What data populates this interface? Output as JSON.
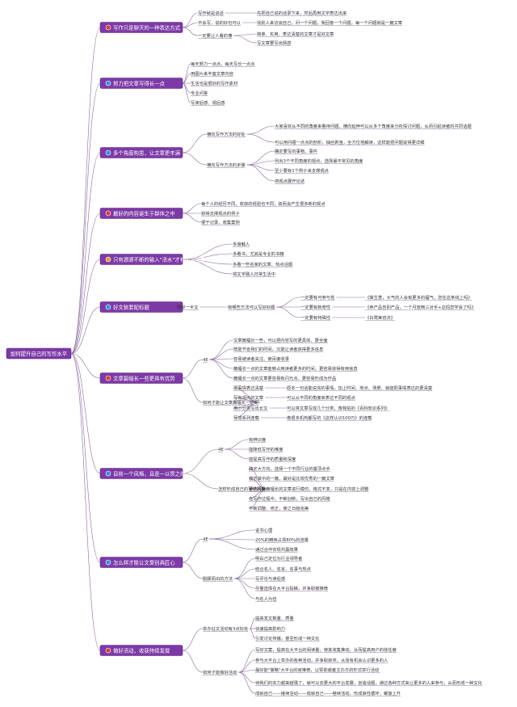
{
  "root": {
    "label": "如何提升自己的写作水平"
  },
  "branches": [
    {
      "label": "写作只是聊天的一种表达方式",
      "icon": "red-bullet",
      "children": [
        {
          "label": "写作就是说话",
          "children": [
            {
              "label": "先把自己说的话录下来，然后再用文字表达出来"
            }
          ]
        },
        {
          "label": "不会写，说的好也可以",
          "children": [
            {
              "label": "找别人来访谈自己，问一个问题，我回答一个问题，每一个问题就是一篇文章"
            }
          ]
        },
        {
          "label": "一定要让人看的懂",
          "children": [
            {
              "label": "简单、实用、表达清楚的文章才是好文章"
            },
            {
              "label": "写文章要写出情感"
            }
          ]
        }
      ]
    },
    {
      "label": "努力把文章写得长一点",
      "icon": "blue-bullet",
      "children": [
        {
          "label": "每天努力一点点，每天写长一点点"
        },
        {
          "label": "用图片来丰富文章内容"
        },
        {
          "label": "生活也是很好的写作素材"
        },
        {
          "label": "专业问答"
        },
        {
          "label": "写读后感、观后感"
        }
      ]
    },
    {
      "label": "多个角度构思，让文章更丰满",
      "icon": "blue-bullet",
      "children": [
        {
          "label": "横向写作方法的好处",
          "children": [
            {
              "label": "大家喜欢从不同的角度来看待问题，横向延伸可以从多个角度来分析探讨问题，从而引起读者的共同话题"
            },
            {
              "label": "可以用问题一点点的剖析，抽丝剥茧，全方位地解读，这样能把问题说得更详细"
            }
          ]
        },
        {
          "label": "横向写作方法的步骤",
          "children": [
            {
              "label": "确定要写的事物、事件"
            },
            {
              "label": "列出3个不同角度的观点，选择最不常见的角度"
            },
            {
              "label": "至少要有1个例子来支撑观点"
            },
            {
              "label": "将观点展开论述"
            }
          ]
        }
      ]
    },
    {
      "label": "最好的内容诞生于群体之中",
      "icon": "red-bullet",
      "children": [
        {
          "label": "每个人的经历不同，收获的经验也不同，故而会产生很多新的观点"
        },
        {
          "label": "获得支撑观点的例子"
        },
        {
          "label": "便于记录、收集案例"
        }
      ]
    },
    {
      "label": "只有源源不断的输入\"活水\"才有内容可写",
      "icon": "orange-bullet",
      "children": [
        {
          "label": "多接触人"
        },
        {
          "label": "多看书，尤其是专业的书籍"
        },
        {
          "label": "多看一些名家的文章、热点话题"
        },
        {
          "label": "将文字融入日常生活中"
        }
      ]
    },
    {
      "label": "好文装要配标题",
      "icon": "blue-bullet",
      "children": [
        {
          "label": "题好一半文",
          "children": [
            {
              "label": "有哪些方法可以写好标题",
              "children": [
                {
                  "label": "一定要有可参与性",
                  "children": [
                    {
                      "label": "《做生意，大气的人会有更多的福气，您在这条线上吗》"
                    }
                  ]
                },
                {
                  "label": "一定要有新奇性",
                  "children": [
                    {
                      "label": "《卖产品告别产品，一个月放倒三对手+这招您学会了吗》"
                    }
                  ]
                },
                {
                  "label": "一定要有特殊性",
                  "children": [
                    {
                      "label": "《白鹭美容法》"
                    }
                  ]
                }
              ]
            }
          ]
        }
      ]
    },
    {
      "label": "文章篇幅长一些更具有优势",
      "icon": "red-bullet",
      "children": [
        {
          "label": "4E",
          "children": [
            {
              "label": "文章篇幅长一些，可以把内容写的更具体、更全面"
            },
            {
              "label": "既能节省我们的时间，又能让读者获得更多信息"
            },
            {
              "label": "容易被读者关注、被百度收录"
            },
            {
              "label": "篇幅长一点的文章能够占用读者更多的时间，更容易获得有用信息"
            },
            {
              "label": "篇幅长一点的文章更容易有闪光点，更容易形成为作品"
            }
          ]
        },
        {
          "label": "如何才能让文章篇幅长一些呢",
          "children": [
            {
              "label": "把事情表达清楚",
              "children": [
                {
                  "label": "原本一句话能说完的事情，加上时间、地点、场景，就能把事情表达的更清楚"
                }
              ]
            },
            {
              "label": "写有观点的文章",
              "children": [
                {
                  "label": "可以从不同的角度来表达不同的观点"
                }
              ]
            },
            {
              "label": "用小分类写出长文",
              "children": [
                {
                  "label": "可以将文章写成几个分类，像我拍的《百科知识系列》"
                }
              ]
            },
            {
              "label": "写成系列连载",
              "children": [
                {
                  "label": "像很多机构都写的《这样认识100万》的连载"
                }
              ]
            }
          ]
        }
      ]
    },
    {
      "label": "目前一个风格，且是一以贯之的",
      "icon": "blue-bullet",
      "children": [
        {
          "label": "4E",
          "children": [
            {
              "label": "有辨识度"
            },
            {
              "label": "能降低写作的难度"
            },
            {
              "label": "能提高写作的质量和深度"
            }
          ]
        },
        {
          "label": "怎样形成自己的写作风格",
          "children": [
            {
              "label": "确定大方向，选择一个不同行业的垂顶点手"
            },
            {
              "label": "模仿其中的一篇，最好是比较优秀的一篇文章"
            },
            {
              "label": "要选择最篇幅长的文章进行模仿，格式不变，只是在内容上调整"
            },
            {
              "label": "在写作过程中，不断创新，写出自己的风格"
            },
            {
              "label": "不断调整、修正，使之日趋完美"
            }
          ]
        }
      ]
    },
    {
      "label": "怎么样才能让文章别具匠心",
      "icon": "blue-bullet",
      "children": [
        {
          "label": "4E",
          "children": [
            {
              "label": "说书心理"
            },
            {
              "label": "20%的精英占领80%的流量"
            },
            {
              "label": "通过合作实现共赢效果"
            }
          ]
        },
        {
          "label": "脱颖而出的方法",
          "children": [
            {
              "label": "明白己定位为行业领导者"
            },
            {
              "label": "结合名人、名言、名事与热点"
            },
            {
              "label": "写评论与读后感"
            },
            {
              "label": "尽量选择在大平台投稿，并争取被推荐"
            },
            {
              "label": "与名人为伍"
            }
          ]
        }
      ]
    },
    {
      "label": "做好活动，收获持续发展",
      "icon": "red-bullet",
      "children": [
        {
          "label": "举办征文活动有3点好处",
          "children": [
            {
              "label": "提高发文数量、质量"
            },
            {
              "label": "快速提高影响力"
            },
            {
              "label": "引发讨论传播，甚至形成一种文化"
            }
          ]
        },
        {
          "label": "如何才能做好活动",
          "children": [
            {
              "label": "写好文案，提高在大平台的阅读量，使其收集推动，从而提高用户的信任度"
            },
            {
              "label": "参与大平台上举办的各种活动，并争取获奖，从而有机会认识更多的人"
            },
            {
              "label": "最好能\"策略\"大平台的官推荐，以赞助或者主办方的形式举行活动"
            },
            {
              "label": "待我们的实力越来越强了，就可以去更大的平台发展，创造话题，通过各种方式来让更多的人来参与，从而形成一种文化"
            },
            {
              "label": "成就自己——继续活动——成就自己——继续活动，形成良性循环，螺旋上升"
            }
          ]
        }
      ]
    }
  ],
  "colors": {
    "node_fill": "#7d3aa6",
    "node_stroke": "#5a2480",
    "line": "#8a6a9e",
    "bullet_red": "#d93b3b",
    "bullet_blue": "#3b8be0",
    "bullet_orange": "#e59a36"
  }
}
